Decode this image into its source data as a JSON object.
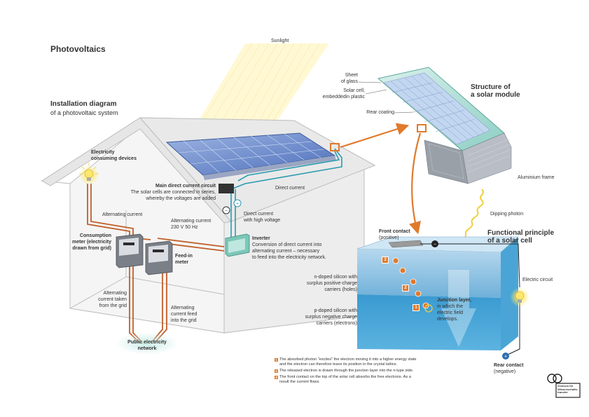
{
  "title": "Photovoltaics",
  "installation": {
    "heading": "Installation diagram",
    "subheading": "of a photovoltaic system"
  },
  "sunlight": "Sunlight",
  "devices": {
    "line1": "Electricity",
    "line2": "consuming devices"
  },
  "main_circuit": {
    "heading": "Main direct current circuit",
    "line1": "The solar cells are connected in series,",
    "line2": "whereby the voltages are added"
  },
  "direct_current": "Direct current",
  "dc_high": {
    "line1": "Direct current",
    "line2": "with high voltage"
  },
  "alternating_current": "Alternating current",
  "ac_230": {
    "line1": "Alternating current",
    "line2": "230 V 50 Hz"
  },
  "consumption_meter": {
    "line1": "Consumption",
    "line2": "meter (electricity",
    "line3": "drawn from grid)"
  },
  "feed_in_meter": {
    "line1": "Feed-in",
    "line2": "meter"
  },
  "inverter": {
    "heading": "Inverter",
    "line1": "Conversion of direct current into",
    "line2": "alternating current – necessary",
    "line3": "to feed into the electricity network."
  },
  "ac_taken": {
    "line1": "Alternating",
    "line2": "current taken",
    "line3": "from the grid"
  },
  "ac_feed": {
    "line1": "Alternating",
    "line2": "current feed",
    "line3": "into the grid"
  },
  "public_network": {
    "line1": "Public electricity",
    "line2": "network"
  },
  "module": {
    "heading1": "Structure of",
    "heading2": "a solar module",
    "sheet1": "Sheet",
    "sheet2": "of glass",
    "cell1": "Solar cell,",
    "cell2": "embeddedin plastic",
    "rear": "Rear coating",
    "frame": "Aluminium frame"
  },
  "dipping_photon": "Dipping photon",
  "front_contact": {
    "line1": "Front contact",
    "line2": "(positive)"
  },
  "functional": {
    "line1": "Functional principle",
    "line2": "of a solar cell"
  },
  "n_doped": {
    "line1": "n-doped silicon with",
    "line2": "surplus positive-charge",
    "line3": "carriers (holes)"
  },
  "p_doped": {
    "line1": "p-doped silicon with",
    "line2": "surplus negative charge",
    "line3": "carriers (electrons)"
  },
  "junction": {
    "line1": "Junction layer,",
    "line2": "in which the",
    "line3": "electric field",
    "line4": "develops."
  },
  "electric_circuit": "Electric circuit",
  "rear_contact": {
    "line1": "Rear contact",
    "line2": "(negative)"
  },
  "steps": [
    {
      "num": "1",
      "text": "The absorbed photon \"excites\" the electron moving it into a higher energy state and the electron can therefore leave its position in the crystal lattice."
    },
    {
      "num": "2",
      "text": "The released electron is drawn through the junction layer into the n-type side."
    },
    {
      "num": "3",
      "text": "The front contact on the top of the solar cell absorbs the free electrons. As a result the current flows."
    }
  ],
  "logo_text": {
    "line1": "Zentrum für",
    "line2": "Wissenschafts-",
    "line3": "transfer"
  },
  "colors": {
    "accent": "#e07a2c",
    "cable": "#c0602a",
    "wire": "#2a9bb0",
    "panel": "#6f8fcf",
    "cell_top": "#7fb8dc",
    "cell_bottom": "#2f8fc6"
  }
}
